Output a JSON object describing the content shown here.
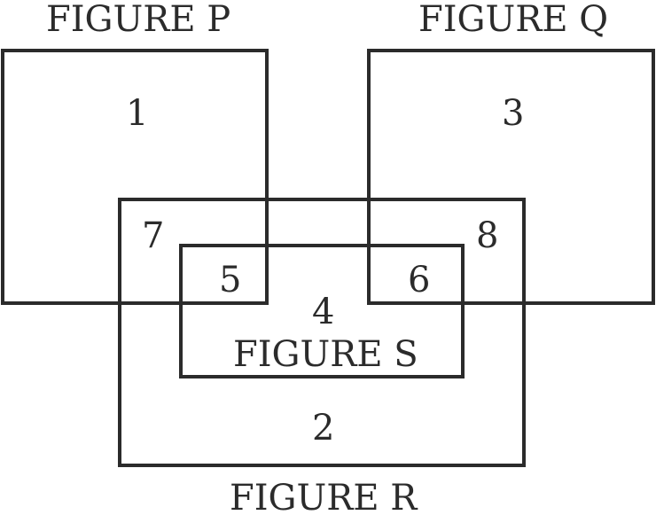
{
  "figures": {
    "p": "FIGURE P",
    "q": "FIGURE Q",
    "r": "FIGURE R",
    "s": "FIGURE S"
  },
  "regions": {
    "r1": "1",
    "r2": "2",
    "r3": "3",
    "r4": "4",
    "r5": "5",
    "r6": "6",
    "r7": "7",
    "r8": "8"
  }
}
